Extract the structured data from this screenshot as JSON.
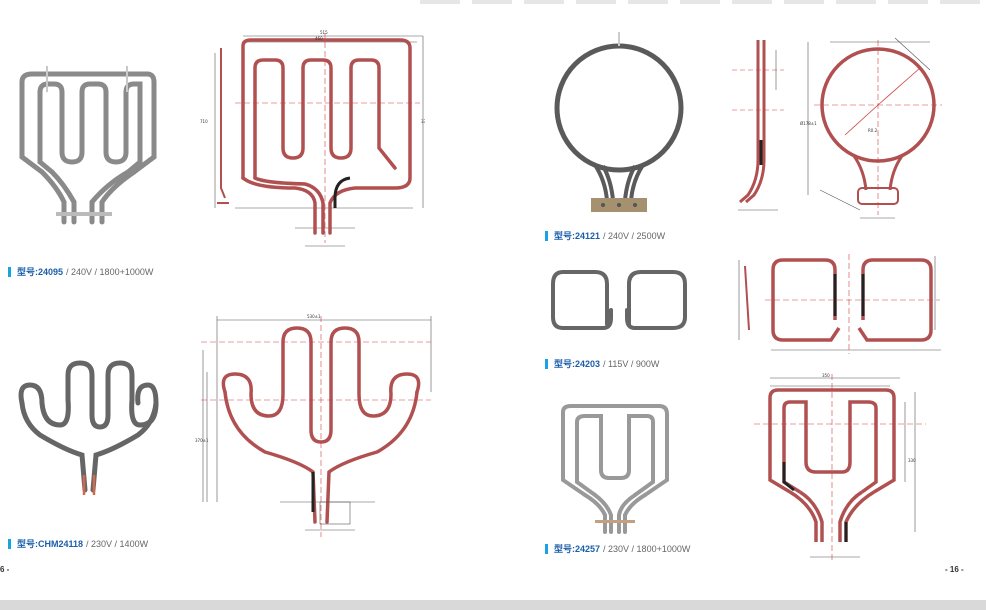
{
  "page": {
    "number": "- 16 -",
    "left_fragment": "6 -"
  },
  "products": [
    {
      "prefix": "型号:",
      "code": "24095",
      "spec": "/ 240V / 1800+1000W"
    },
    {
      "prefix": "型号:",
      "code": "CHM24118",
      "spec": "/ 230V / 1400W"
    },
    {
      "prefix": "型号:",
      "code": "24121",
      "spec": "/ 240V / 2500W"
    },
    {
      "prefix": "型号:",
      "code": "24203",
      "spec": "/ 115V / 900W"
    },
    {
      "prefix": "型号:",
      "code": "24257",
      "spec": "/ 230V / 1800+1000W"
    }
  ],
  "colors": {
    "accent": "#1aa3e0",
    "code_text": "#1a5ea8",
    "tube": "#b05050",
    "dim_line": "#555555"
  }
}
